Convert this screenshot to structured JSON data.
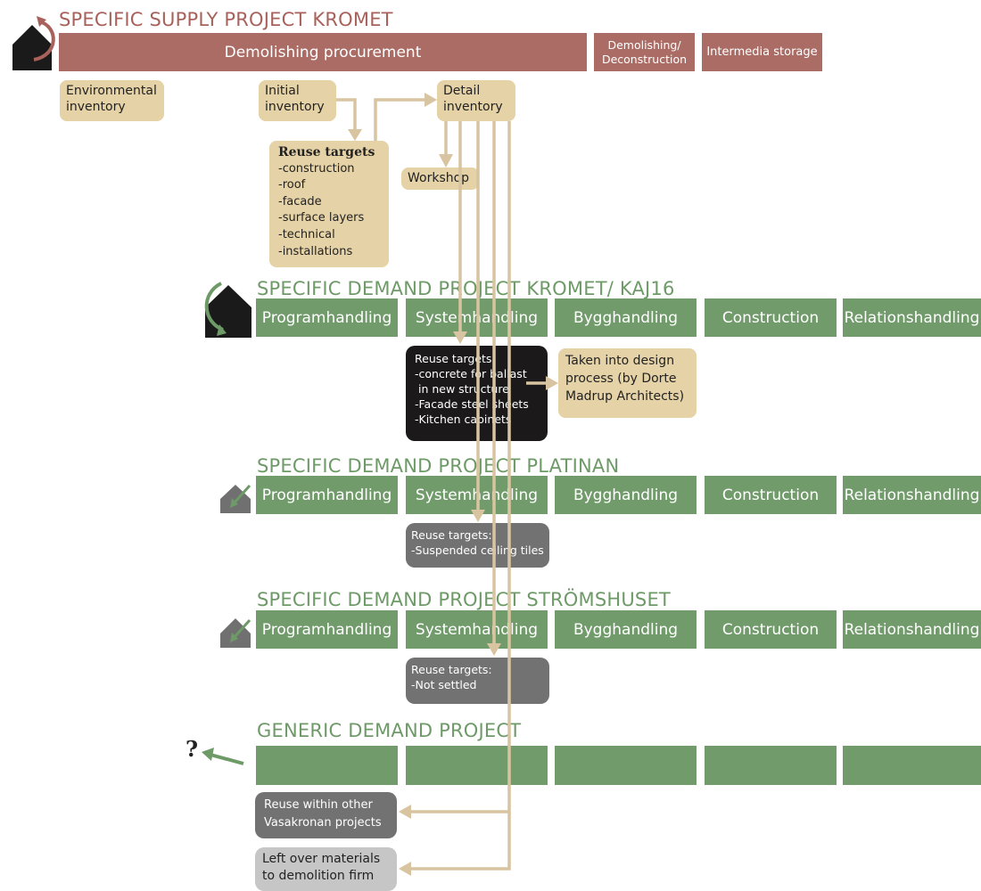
{
  "supply": {
    "title": "SPECIFIC SUPPLY PROJECT KROMET",
    "bars": {
      "procurement": "Demolishing procurement",
      "demolishing_line1": "Demolishing/",
      "demolishing_line2": "Deconstruction",
      "storage": "Intermedia storage"
    },
    "environmental": [
      "Environmental",
      "inventory"
    ],
    "initial": [
      "Initial",
      "inventory"
    ],
    "detail": [
      "Detail",
      "inventory"
    ],
    "workshop": "Workshop",
    "reuse_title": "Reuse targets",
    "reuse_items": [
      "-construction",
      "-roof",
      "-facade",
      "-surface layers",
      "-technical",
      "-installations"
    ]
  },
  "kromet": {
    "title": "SPECIFIC DEMAND PROJECT KROMET/ KAJ16",
    "phases": [
      "Programhandling",
      "Systemhandling",
      "Bygghandling",
      "Construction",
      "Relationshandling"
    ],
    "reuse_lines": [
      "Reuse targets:",
      "-concrete for ballast",
      " in new structure",
      "-Facade steel sheets",
      "-Kitchen cabinets"
    ],
    "design_lines": [
      "Taken into design",
      "process (by Dorte",
      "Madrup Architects)"
    ]
  },
  "platinan": {
    "title": "SPECIFIC DEMAND PROJECT PLATINAN",
    "phases": [
      "Programhandling",
      "Systemhandling",
      "Bygghandling",
      "Construction",
      "Relationshandling"
    ],
    "reuse_lines": [
      "Reuse targets:",
      "-Suspended ceiling tiles"
    ]
  },
  "stromshuset": {
    "title": "SPECIFIC DEMAND PROJECT STRÖMSHUSET",
    "phases": [
      "Programhandling",
      "Systemhandling",
      "Bygghandling",
      "Construction",
      "Relationshandling"
    ],
    "reuse_lines": [
      "Reuse targets:",
      "-Not settled"
    ]
  },
  "generic": {
    "title": "GENERIC DEMAND PROJECT",
    "question": "?"
  },
  "outcomes": {
    "vasakronan": [
      "Reuse within other",
      "Vasakronan projects"
    ],
    "leftover": [
      "Left over materials",
      "to demolition firm"
    ]
  },
  "colors": {
    "supply_brown": "#aa6c64",
    "demand_green": "#719b6b",
    "inventory_tan": "#e5d2a6",
    "arrow_tan": "#d8c4a0"
  }
}
